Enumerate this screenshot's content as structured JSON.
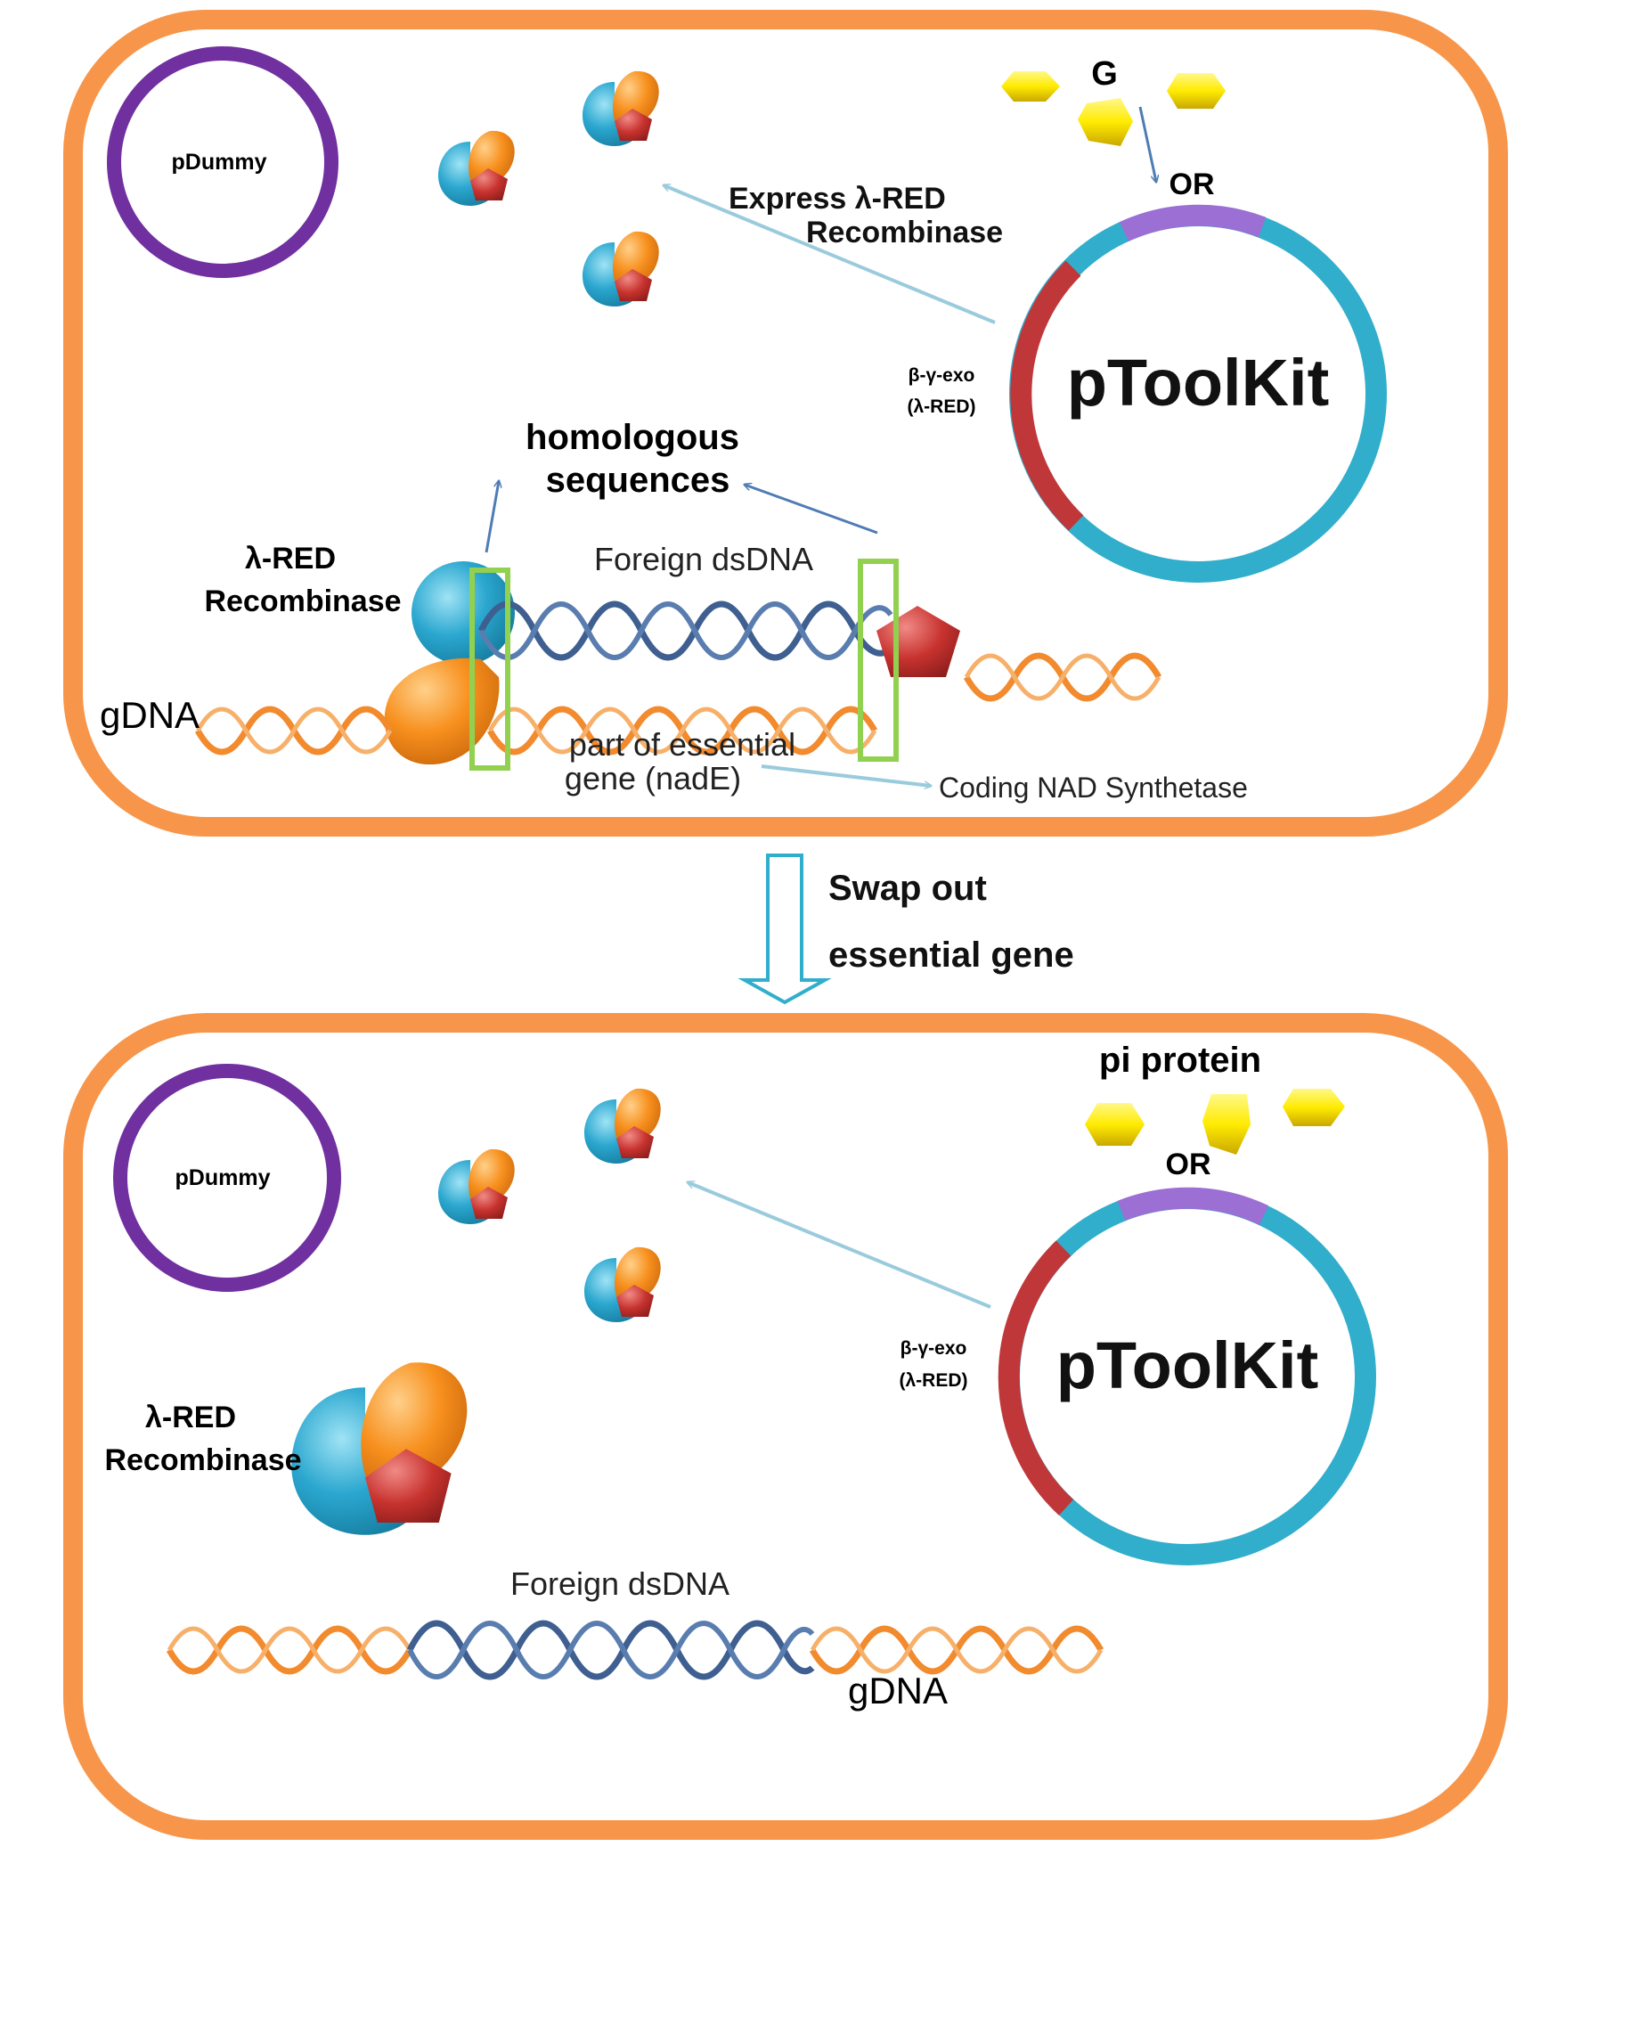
{
  "colors": {
    "cell_border": "#F7964A",
    "pdummy_ring": "#7030A0",
    "ptoolkit_ring": "#31AECB",
    "origin_segment": "#9B6FD3",
    "red_segment": "#C0373A",
    "gdna_strand": "#F28A2E",
    "foreign_strand": "#3E5F8F",
    "homology_box": "#92D050",
    "light_arrow": "#9ACBDD",
    "dark_arrow": "#4F7CB4",
    "g_protein": "#FFEB00",
    "enzyme_blue": "#2BA7CF",
    "enzyme_orange": "#F7901E",
    "enzyme_red": "#C8332F"
  },
  "top_panel": {
    "plasmid_small": "pDummy",
    "g_label": "G",
    "or_label": "OR",
    "express_line1": "Express λ-RED",
    "express_line2": "Recombinase",
    "plasmid_main": "pToolKit",
    "exo_line1": "β-γ-exo",
    "exo_line2": "(λ-RED)",
    "homologous_line1": "homologous",
    "homologous_line2": "sequences",
    "recombinase_line1": "λ-RED",
    "recombinase_line2": "Recombinase",
    "foreign_label": "Foreign dsDNA",
    "gdna_label": "gDNA",
    "essential_line1": "part of essential",
    "essential_line2": "gene (nadE)",
    "coding_label": "Coding NAD Synthetase"
  },
  "transition": {
    "line1": "Swap out",
    "line2": "essential gene"
  },
  "bottom_panel": {
    "plasmid_small": "pDummy",
    "pi_label": "pi protein",
    "or_label": "OR",
    "plasmid_main": "pToolKit",
    "exo_line1": "β-γ-exo",
    "exo_line2": "(λ-RED)",
    "recombinase_line1": "λ-RED",
    "recombinase_line2": "Recombinase",
    "foreign_label": "Foreign dsDNA",
    "gdna_label": "gDNA"
  }
}
